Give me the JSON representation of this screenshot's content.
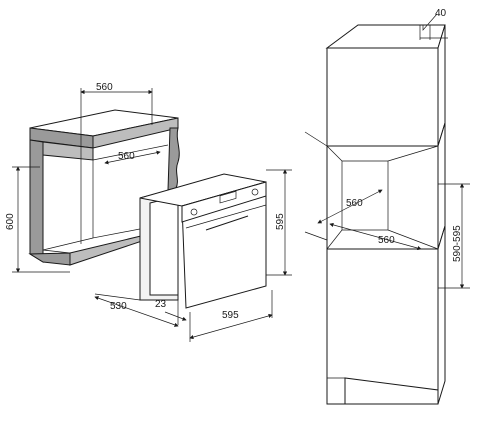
{
  "left_view": {
    "cabinet_width": "560",
    "cabinet_depth": "560",
    "cabinet_height": "600",
    "oven_depth": "530",
    "oven_front": "23",
    "oven_width": "595",
    "oven_height": "595"
  },
  "right_view": {
    "top_gap": "40",
    "niche_depth": "560",
    "niche_width": "560",
    "niche_height": "590-595"
  }
}
